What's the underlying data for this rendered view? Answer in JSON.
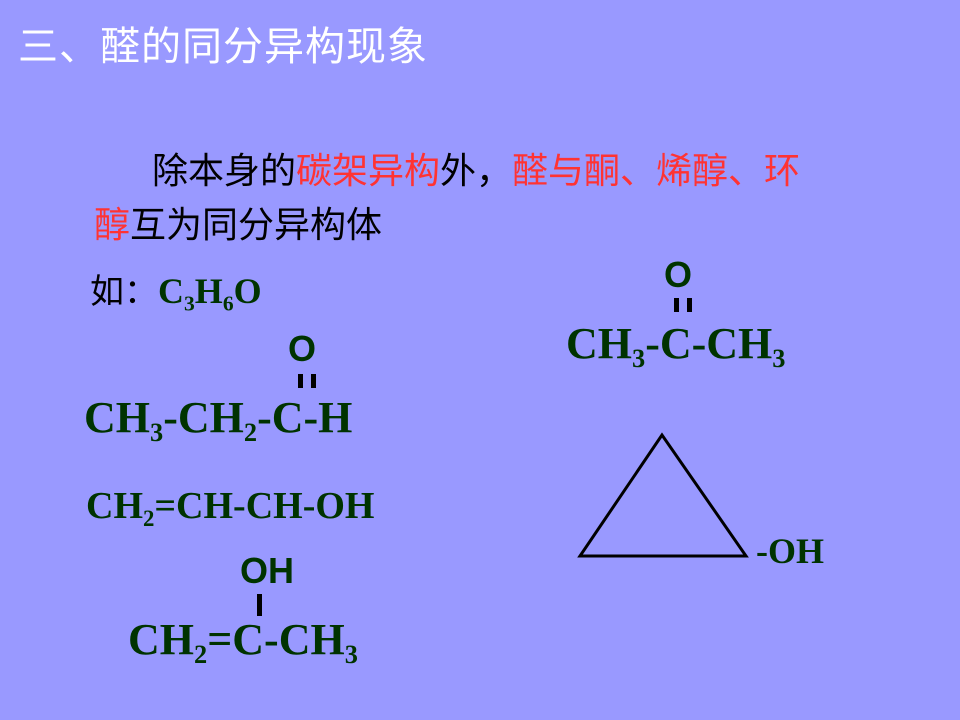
{
  "slide": {
    "title": "三、醛的同分异构现象",
    "para": {
      "s1": "除本身的",
      "s2": "碳架异构",
      "s3": "外，",
      "s4": "醛与酮、烯醇、环",
      "s5": "醇",
      "s6": "互为同分异构体"
    },
    "example": {
      "label": "如：",
      "c": "C",
      "c_n": "3",
      "h": "H",
      "h_n": "6",
      "o": "O"
    },
    "aldehyde": {
      "o": "O",
      "p1": "CH",
      "n1": "3",
      "p2": "-CH",
      "n2": "2",
      "p3": "-C-H"
    },
    "ketone": {
      "o": "O",
      "p1": "CH",
      "n1": "3",
      "p2": "-C-CH",
      "n2": "3"
    },
    "enol1": {
      "p1": "CH",
      "n1": "2",
      "p2": "=CH-CH-OH"
    },
    "enol2": {
      "oh": "OH",
      "p1": "CH",
      "n1": "2",
      "p2": "=C-CH",
      "n2": "3"
    },
    "cyclo": {
      "oh": "-OH"
    },
    "colors": {
      "background": "#9999ff",
      "title": "#ffffff",
      "highlight": "#ff3333",
      "formula": "#003300"
    }
  }
}
